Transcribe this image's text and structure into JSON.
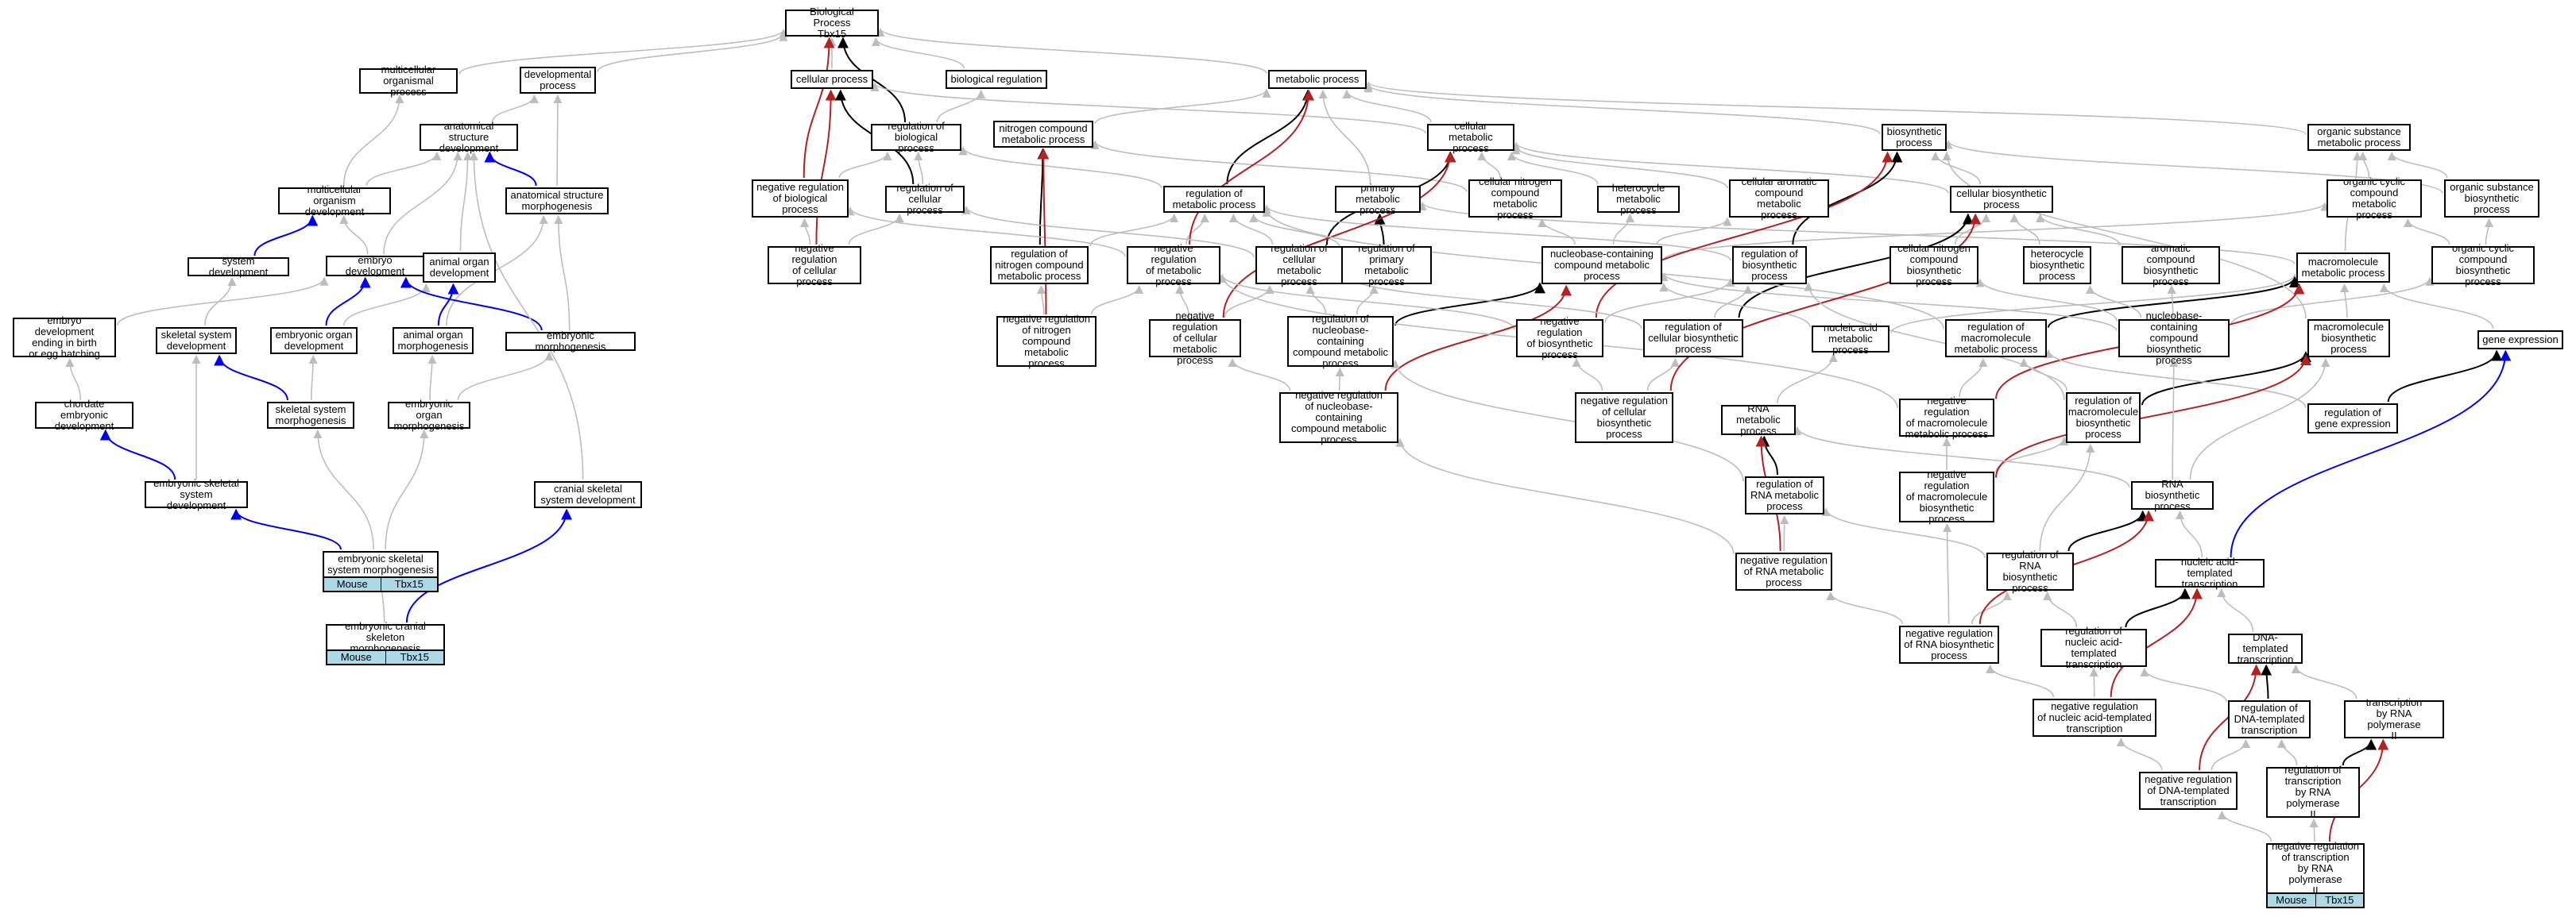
{
  "colors": {
    "edge_gray": "#bdbdbd",
    "edge_black": "#000000",
    "edge_blue": "#0000ee",
    "edge_red": "#b22222",
    "tag_fill": "#add8e6",
    "node_border": "#000000"
  },
  "nodes": [
    {
      "id": "bp",
      "label": "Biological Process\nTbx15"
    },
    {
      "id": "cellproc",
      "label": "cellular process"
    },
    {
      "id": "bioreg",
      "label": "biological regulation"
    },
    {
      "id": "metproc",
      "label": "metabolic process"
    },
    {
      "id": "multiorg",
      "label": "multicellular\norganismal process"
    },
    {
      "id": "devproc",
      "label": "developmental\nprocess"
    },
    {
      "id": "anatdev",
      "label": "anatomical structure\ndevelopment"
    },
    {
      "id": "multidev",
      "label": "multicellular\norganism development"
    },
    {
      "id": "anatmorph",
      "label": "anatomical structure\nmorphogenesis"
    },
    {
      "id": "sysdev",
      "label": "system development"
    },
    {
      "id": "embdev",
      "label": "embryo development"
    },
    {
      "id": "animorgdev",
      "label": "animal organ\ndevelopment"
    },
    {
      "id": "embbirth",
      "label": "embryo development\nending in birth\nor egg hatching"
    },
    {
      "id": "skeldev",
      "label": "skeletal system\ndevelopment"
    },
    {
      "id": "emborgdev",
      "label": "embryonic organ\ndevelopment"
    },
    {
      "id": "animorgmorph",
      "label": "animal organ\nmorphogenesis"
    },
    {
      "id": "embmorph",
      "label": "embryonic morphogenesis"
    },
    {
      "id": "chordate",
      "label": "chordate embryonic\ndevelopment"
    },
    {
      "id": "skelmorph",
      "label": "skeletal system\nmorphogenesis"
    },
    {
      "id": "emborgmorph",
      "label": "embryonic organ\nmorphogenesis"
    },
    {
      "id": "embskeldev",
      "label": "embryonic skeletal\nsystem development"
    },
    {
      "id": "cranskel",
      "label": "cranial skeletal\nsystem development"
    },
    {
      "id": "embskelmorph",
      "label": "embryonic skeletal\nsystem morphogenesis"
    },
    {
      "id": "embcran",
      "label": "embryonic cranial\nskeleton morphogenesis"
    },
    {
      "id": "regbio",
      "label": "regulation of\nbiological process"
    },
    {
      "id": "nitro",
      "label": "nitrogen compound\nmetabolic process"
    },
    {
      "id": "cellmet",
      "label": "cellular metabolic\nprocess"
    },
    {
      "id": "biosyn",
      "label": "biosynthetic\nprocess"
    },
    {
      "id": "orgsub",
      "label": "organic substance\nmetabolic process"
    },
    {
      "id": "negbio",
      "label": "negative regulation\nof biological\nprocess"
    },
    {
      "id": "regcell",
      "label": "regulation of\ncellular process"
    },
    {
      "id": "regmet",
      "label": "regulation of\nmetabolic process"
    },
    {
      "id": "primmet",
      "label": "primary metabolic\nprocess"
    },
    {
      "id": "cellnitro",
      "label": "cellular nitrogen\ncompound metabolic\nprocess"
    },
    {
      "id": "hetmet",
      "label": "heterocycle\nmetabolic process"
    },
    {
      "id": "cellarom",
      "label": "cellular aromatic\ncompound metabolic\nprocess"
    },
    {
      "id": "cellbiosyn",
      "label": "cellular biosynthetic\nprocess"
    },
    {
      "id": "orgcyc",
      "label": "organic cyclic\ncompound metabolic\nprocess"
    },
    {
      "id": "orgsubbio",
      "label": "organic substance\nbiosynthetic\nprocess"
    },
    {
      "id": "negcell",
      "label": "negative regulation\nof cellular\nprocess"
    },
    {
      "id": "regnitro",
      "label": "regulation of\nnitrogen compound\nmetabolic process"
    },
    {
      "id": "negmet",
      "label": "negative regulation\nof metabolic\nprocess"
    },
    {
      "id": "regcellmet",
      "label": "regulation of\ncellular metabolic\nprocess"
    },
    {
      "id": "regprim",
      "label": "regulation of\nprimary metabolic\nprocess"
    },
    {
      "id": "nucleo",
      "label": "nucleobase-containing\ncompound metabolic\nprocess"
    },
    {
      "id": "regbiosyn",
      "label": "regulation of\nbiosynthetic\nprocess"
    },
    {
      "id": "cellnitrobio",
      "label": "cellular nitrogen\ncompound biosynthetic\nprocess"
    },
    {
      "id": "hetbio",
      "label": "heterocycle\nbiosynthetic\nprocess"
    },
    {
      "id": "arombio",
      "label": "aromatic compound\nbiosynthetic\nprocess"
    },
    {
      "id": "macromet",
      "label": "macromolecule\nmetabolic process"
    },
    {
      "id": "orgcycbio",
      "label": "organic cyclic\ncompound biosynthetic\nprocess"
    },
    {
      "id": "negnitro",
      "label": "negative regulation\nof nitrogen\ncompound metabolic\nprocess"
    },
    {
      "id": "negcellmet",
      "label": "negative regulation\nof cellular\nmetabolic process"
    },
    {
      "id": "regnucleo",
      "label": "regulation of\nnucleobase-containing\ncompound metabolic\nprocess"
    },
    {
      "id": "negbiosyn",
      "label": "negative regulation\nof biosynthetic\nprocess"
    },
    {
      "id": "regcellbio",
      "label": "regulation of\ncellular biosynthetic\nprocess"
    },
    {
      "id": "nucacid",
      "label": "nucleic acid\nmetabolic process"
    },
    {
      "id": "regmacro",
      "label": "regulation of\nmacromolecule\nmetabolic process"
    },
    {
      "id": "nucleobio",
      "label": "nucleobase-containing\ncompound biosynthetic\nprocess"
    },
    {
      "id": "macrobio",
      "label": "macromolecule\nbiosynthetic\nprocess"
    },
    {
      "id": "geneexp",
      "label": "gene expression"
    },
    {
      "id": "negnucleo",
      "label": "negative regulation\nof nucleobase-containing\ncompound metabolic\nprocess"
    },
    {
      "id": "negcellbio",
      "label": "negative regulation\nof cellular\nbiosynthetic\nprocess"
    },
    {
      "id": "rnamet",
      "label": "RNA metabolic\nprocess"
    },
    {
      "id": "negmacro",
      "label": "negative regulation\nof macromolecule\nmetabolic process"
    },
    {
      "id": "regmacrobio",
      "label": "regulation of\nmacromolecule\nbiosynthetic\nprocess"
    },
    {
      "id": "reggene",
      "label": "regulation of\ngene expression"
    },
    {
      "id": "regrna",
      "label": "regulation of\nRNA metabolic\nprocess"
    },
    {
      "id": "negmacrobio",
      "label": "negative regulation\nof macromolecule\nbiosynthetic\nprocess"
    },
    {
      "id": "rnabio",
      "label": "RNA biosynthetic\nprocess"
    },
    {
      "id": "negrna",
      "label": "negative regulation\nof RNA metabolic\nprocess"
    },
    {
      "id": "regrnabio",
      "label": "regulation of\nRNA biosynthetic\nprocess"
    },
    {
      "id": "nucacidtx",
      "label": "nucleic acid-templated\ntranscription"
    },
    {
      "id": "negrnabio",
      "label": "negative regulation\nof RNA biosynthetic\nprocess"
    },
    {
      "id": "regnucacidtx",
      "label": "regulation of\nnucleic acid-templated\ntranscription"
    },
    {
      "id": "dnatx",
      "label": "DNA-templated\ntranscription"
    },
    {
      "id": "negnucacidtx",
      "label": "negative regulation\nof nucleic acid-templated\ntranscription"
    },
    {
      "id": "regdnatx",
      "label": "regulation of\nDNA-templated\ntranscription"
    },
    {
      "id": "txpol2",
      "label": "transcription\nby RNA polymerase\nII"
    },
    {
      "id": "negdnatx",
      "label": "negative regulation\nof DNA-templated\ntranscription"
    },
    {
      "id": "regtxpol2",
      "label": "regulation of\ntranscription\nby RNA polymerase\nII"
    },
    {
      "id": "negtxpol2",
      "label": "negative regulation\nof transcription\nby RNA polymerase\nII"
    }
  ],
  "tags": [
    {
      "id": "embskelmorph",
      "organism": "Mouse",
      "gene": "Tbx15"
    },
    {
      "id": "embcran",
      "organism": "Mouse",
      "gene": "Tbx15"
    },
    {
      "id": "negtxpol2",
      "organism": "Mouse",
      "gene": "Tbx15"
    }
  ],
  "edges": [
    [
      "cellproc",
      "bp",
      "g"
    ],
    [
      "bioreg",
      "bp",
      "g"
    ],
    [
      "metproc",
      "bp",
      "g"
    ],
    [
      "multiorg",
      "bp",
      "g"
    ],
    [
      "devproc",
      "bp",
      "g"
    ],
    [
      "negbio",
      "bp",
      "r"
    ],
    [
      "regbio",
      "bp",
      "k"
    ],
    [
      "negcell",
      "cellproc",
      "r"
    ],
    [
      "regcell",
      "cellproc",
      "k"
    ],
    [
      "anatdev",
      "devproc",
      "g"
    ],
    [
      "multidev",
      "multiorg",
      "g"
    ],
    [
      "multidev",
      "anatdev",
      "g"
    ],
    [
      "anatmorph",
      "anatdev",
      "b"
    ],
    [
      "anatmorph",
      "devproc",
      "g"
    ],
    [
      "sysdev",
      "multidev",
      "b"
    ],
    [
      "embdev",
      "multidev",
      "g"
    ],
    [
      "embdev",
      "anatdev",
      "g"
    ],
    [
      "animorgdev",
      "anatdev",
      "g"
    ],
    [
      "skeldev",
      "sysdev",
      "g"
    ],
    [
      "embbirth",
      "embdev",
      "g"
    ],
    [
      "emborgdev",
      "embdev",
      "b"
    ],
    [
      "emborgdev",
      "animorgdev",
      "g"
    ],
    [
      "animorgmorph",
      "animorgdev",
      "b"
    ],
    [
      "animorgmorph",
      "anatmorph",
      "g"
    ],
    [
      "embmorph",
      "embdev",
      "b"
    ],
    [
      "embmorph",
      "anatmorph",
      "g"
    ],
    [
      "chordate",
      "embbirth",
      "g"
    ],
    [
      "skelmorph",
      "skeldev",
      "b"
    ],
    [
      "skelmorph",
      "emborgdev",
      "g"
    ],
    [
      "emborgmorph",
      "animorgmorph",
      "g"
    ],
    [
      "emborgmorph",
      "embmorph",
      "g"
    ],
    [
      "embskeldev",
      "chordate",
      "b"
    ],
    [
      "embskeldev",
      "skeldev",
      "g"
    ],
    [
      "embskelmorph",
      "embskeldev",
      "b"
    ],
    [
      "embskelmorph",
      "skelmorph",
      "g"
    ],
    [
      "embskelmorph",
      "emborgmorph",
      "g"
    ],
    [
      "cranskel",
      "anatdev",
      "g"
    ],
    [
      "embcran",
      "embskelmorph",
      "g"
    ],
    [
      "embcran",
      "cranskel",
      "b"
    ],
    [
      "regbio",
      "bioreg",
      "g"
    ],
    [
      "regcell",
      "regbio",
      "g"
    ],
    [
      "negbio",
      "regbio",
      "g"
    ],
    [
      "negcell",
      "negbio",
      "g"
    ],
    [
      "negcell",
      "regcell",
      "g"
    ],
    [
      "nitro",
      "metproc",
      "g"
    ],
    [
      "cellmet",
      "metproc",
      "g"
    ],
    [
      "cellmet",
      "cellproc",
      "g"
    ],
    [
      "biosyn",
      "metproc",
      "g"
    ],
    [
      "orgsub",
      "metproc",
      "g"
    ],
    [
      "regmet",
      "metproc",
      "k"
    ],
    [
      "regmet",
      "regbio",
      "g"
    ],
    [
      "primmet",
      "metproc",
      "g"
    ],
    [
      "cellnitro",
      "cellmet",
      "g"
    ],
    [
      "cellnitro",
      "nitro",
      "g"
    ],
    [
      "hetmet",
      "cellmet",
      "g"
    ],
    [
      "cellarom",
      "cellmet",
      "g"
    ],
    [
      "cellbiosyn",
      "cellmet",
      "g"
    ],
    [
      "cellbiosyn",
      "biosyn",
      "g"
    ],
    [
      "orgcyc",
      "orgsub",
      "g"
    ],
    [
      "orgsubbio",
      "orgsub",
      "g"
    ],
    [
      "orgsubbio",
      "biosyn",
      "g"
    ],
    [
      "regnitro",
      "nitro",
      "k"
    ],
    [
      "regnitro",
      "regmet",
      "g"
    ],
    [
      "negmet",
      "regmet",
      "g"
    ],
    [
      "negmet",
      "metproc",
      "r"
    ],
    [
      "negmet",
      "negbio",
      "g"
    ],
    [
      "regcellmet",
      "cellmet",
      "k"
    ],
    [
      "regcellmet",
      "regmet",
      "g"
    ],
    [
      "regcellmet",
      "regcell",
      "g"
    ],
    [
      "regprim",
      "primmet",
      "k"
    ],
    [
      "regprim",
      "regmet",
      "g"
    ],
    [
      "nucleo",
      "cellnitro",
      "g"
    ],
    [
      "nucleo",
      "hetmet",
      "g"
    ],
    [
      "nucleo",
      "cellarom",
      "g"
    ],
    [
      "nucleo",
      "orgcyc",
      "g"
    ],
    [
      "regbiosyn",
      "biosyn",
      "k"
    ],
    [
      "regbiosyn",
      "regmet",
      "g"
    ],
    [
      "cellnitrobio",
      "cellbiosyn",
      "g"
    ],
    [
      "hetbio",
      "cellbiosyn",
      "g"
    ],
    [
      "arombio",
      "cellbiosyn",
      "g"
    ],
    [
      "macromet",
      "primmet",
      "g"
    ],
    [
      "macromet",
      "orgsub",
      "g"
    ],
    [
      "orgcycbio",
      "orgcyc",
      "g"
    ],
    [
      "orgcycbio",
      "orgsubbio",
      "g"
    ],
    [
      "negnitro",
      "regnitro",
      "g"
    ],
    [
      "negnitro",
      "nitro",
      "r"
    ],
    [
      "negnitro",
      "negmet",
      "g"
    ],
    [
      "negcellmet",
      "regcellmet",
      "g"
    ],
    [
      "negcellmet",
      "negmet",
      "g"
    ],
    [
      "negcellmet",
      "cellmet",
      "r"
    ],
    [
      "regnucleo",
      "nucleo",
      "k"
    ],
    [
      "regnucleo",
      "regcellmet",
      "g"
    ],
    [
      "regnucleo",
      "regprim",
      "g"
    ],
    [
      "negbiosyn",
      "regbiosyn",
      "g"
    ],
    [
      "negbiosyn",
      "biosyn",
      "r"
    ],
    [
      "negbiosyn",
      "negmet",
      "g"
    ],
    [
      "regcellbio",
      "regbiosyn",
      "g"
    ],
    [
      "regcellbio",
      "cellbiosyn",
      "k"
    ],
    [
      "regcellbio",
      "regcellmet",
      "g"
    ],
    [
      "nucacid",
      "nucleo",
      "g"
    ],
    [
      "nucacid",
      "macromet",
      "g"
    ],
    [
      "regmacro",
      "macromet",
      "k"
    ],
    [
      "regmacro",
      "regmet",
      "g"
    ],
    [
      "nucleobio",
      "nucleo",
      "g"
    ],
    [
      "nucleobio",
      "cellnitrobio",
      "g"
    ],
    [
      "nucleobio",
      "hetbio",
      "g"
    ],
    [
      "nucleobio",
      "arombio",
      "g"
    ],
    [
      "nucleobio",
      "orgcycbio",
      "g"
    ],
    [
      "macrobio",
      "macromet",
      "g"
    ],
    [
      "macrobio",
      "biosyn",
      "g"
    ],
    [
      "geneexp",
      "macromet",
      "g"
    ],
    [
      "negnucleo",
      "regnucleo",
      "g"
    ],
    [
      "negnucleo",
      "nucleo",
      "r"
    ],
    [
      "negnucleo",
      "negcellmet",
      "g"
    ],
    [
      "negcellbio",
      "regcellbio",
      "g"
    ],
    [
      "negcellbio",
      "negbiosyn",
      "g"
    ],
    [
      "negcellbio",
      "cellbiosyn",
      "r"
    ],
    [
      "rnamet",
      "nucacid",
      "g"
    ],
    [
      "negmacro",
      "regmacro",
      "g"
    ],
    [
      "negmacro",
      "macromet",
      "r"
    ],
    [
      "negmacro",
      "negmet",
      "g"
    ],
    [
      "regmacrobio",
      "regmacro",
      "g"
    ],
    [
      "regmacrobio",
      "macrobio",
      "k"
    ],
    [
      "regmacrobio",
      "regbiosyn",
      "g"
    ],
    [
      "reggene",
      "geneexp",
      "k"
    ],
    [
      "reggene",
      "regmacro",
      "g"
    ],
    [
      "regrna",
      "rnamet",
      "k"
    ],
    [
      "regrna",
      "regnucleo",
      "g"
    ],
    [
      "negmacrobio",
      "regmacrobio",
      "g"
    ],
    [
      "negmacrobio",
      "macrobio",
      "r"
    ],
    [
      "negmacrobio",
      "negmacro",
      "g"
    ],
    [
      "rnabio",
      "rnamet",
      "g"
    ],
    [
      "rnabio",
      "nucleobio",
      "g"
    ],
    [
      "rnabio",
      "macrobio",
      "g"
    ],
    [
      "negrna",
      "regrna",
      "g"
    ],
    [
      "negrna",
      "rnamet",
      "r"
    ],
    [
      "negrna",
      "negnucleo",
      "g"
    ],
    [
      "regrnabio",
      "rnabio",
      "k"
    ],
    [
      "regrnabio",
      "regrna",
      "g"
    ],
    [
      "regrnabio",
      "regmacrobio",
      "g"
    ],
    [
      "nucacidtx",
      "rnabio",
      "g"
    ],
    [
      "nucacidtx",
      "geneexp",
      "b"
    ],
    [
      "negrnabio",
      "regrnabio",
      "g"
    ],
    [
      "negrnabio",
      "rnabio",
      "r"
    ],
    [
      "negrnabio",
      "negrna",
      "g"
    ],
    [
      "negrnabio",
      "negmacrobio",
      "g"
    ],
    [
      "regnucacidtx",
      "nucacidtx",
      "k"
    ],
    [
      "regnucacidtx",
      "regrnabio",
      "g"
    ],
    [
      "dnatx",
      "nucacidtx",
      "g"
    ],
    [
      "negnucacidtx",
      "regnucacidtx",
      "g"
    ],
    [
      "negnucacidtx",
      "nucacidtx",
      "r"
    ],
    [
      "negnucacidtx",
      "negrnabio",
      "g"
    ],
    [
      "regdnatx",
      "dnatx",
      "k"
    ],
    [
      "regdnatx",
      "regnucacidtx",
      "g"
    ],
    [
      "txpol2",
      "dnatx",
      "g"
    ],
    [
      "negdnatx",
      "regdnatx",
      "g"
    ],
    [
      "negdnatx",
      "dnatx",
      "r"
    ],
    [
      "negdnatx",
      "negnucacidtx",
      "g"
    ],
    [
      "regtxpol2",
      "txpol2",
      "k"
    ],
    [
      "regtxpol2",
      "regdnatx",
      "g"
    ],
    [
      "negtxpol2",
      "regtxpol2",
      "g"
    ],
    [
      "negtxpol2",
      "txpol2",
      "r"
    ],
    [
      "negtxpol2",
      "negdnatx",
      "g"
    ]
  ]
}
